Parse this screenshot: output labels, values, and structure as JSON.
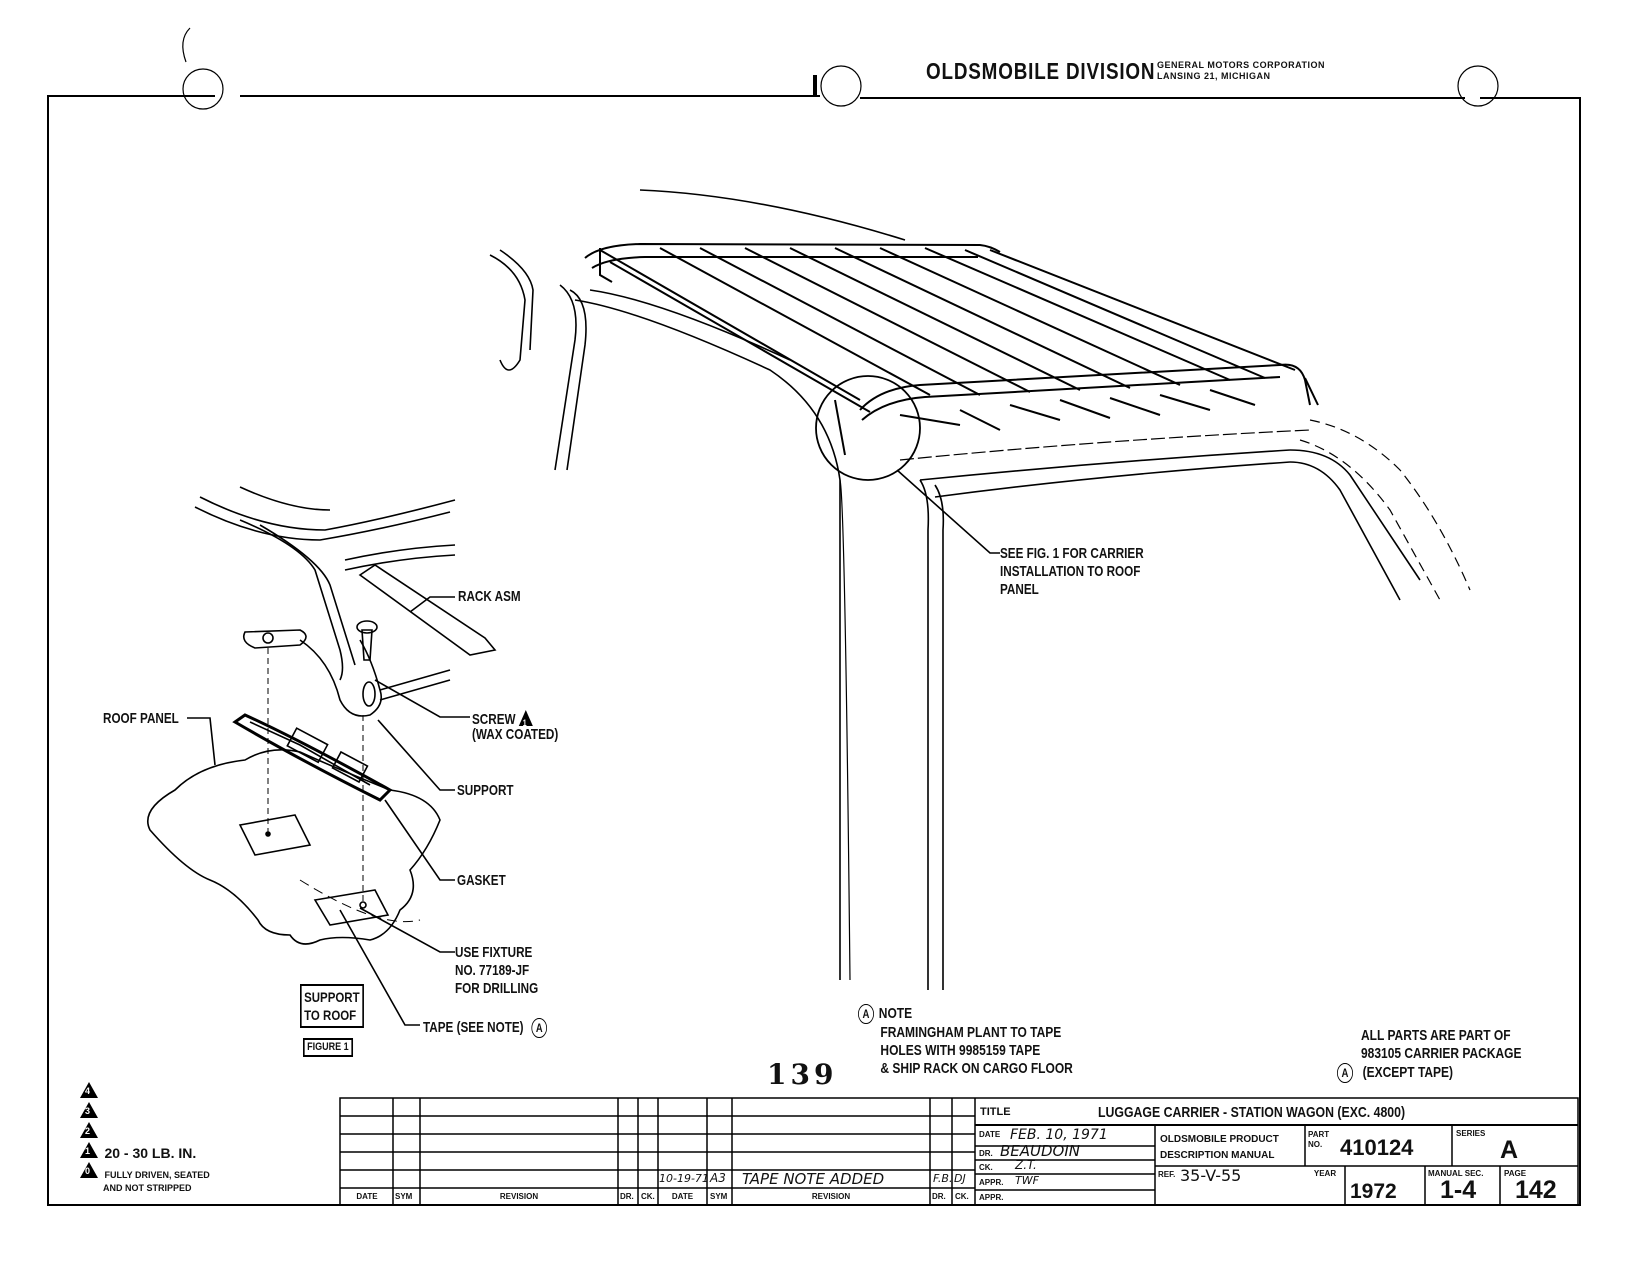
{
  "header": {
    "division": "OLDSMOBILE DIVISION",
    "corp_line1": "GENERAL MOTORS CORPORATION",
    "corp_line2": "LANSING 21, MICHIGAN"
  },
  "callouts": {
    "rack_asm": "RACK ASM",
    "roof_panel": "ROOF PANEL",
    "screw": "SCREW",
    "screw_note": "(WAX COATED)",
    "support": "SUPPORT",
    "gasket": "GASKET",
    "fixture_1": "USE FIXTURE",
    "fixture_2": "NO. 77189-JF",
    "fixture_3": "FOR DRILLING",
    "tape": "TAPE (SEE NOTE)",
    "see_fig_1": "SEE FIG. 1 FOR CARRIER",
    "see_fig_2": "INSTALLATION TO ROOF",
    "see_fig_3": "PANEL",
    "screw_tri": "1"
  },
  "figure_box": {
    "line1": "SUPPORT",
    "line2": "TO ROOF",
    "figure": "FIGURE 1"
  },
  "note": {
    "marker": "A",
    "title": "NOTE",
    "line1": "FRAMINGHAM PLANT TO TAPE",
    "line2": "HOLES WITH  9985159 TAPE",
    "line3": "& SHIP RACK ON CARGO FLOOR"
  },
  "parts_note": {
    "line1": "ALL PARTS ARE PART OF",
    "line2": "983105 CARRIER PACKAGE",
    "marker": "A",
    "line3": "(EXCEPT TAPE)"
  },
  "page_stamp": "139",
  "legend": [
    {
      "num": "4",
      "text": ""
    },
    {
      "num": "3",
      "text": ""
    },
    {
      "num": "2",
      "text": ""
    },
    {
      "num": "1",
      "text": "20 - 30 LB. IN."
    },
    {
      "num": "0",
      "text": "FULLY DRIVEN, SEATED",
      "text2": "AND NOT STRIPPED"
    }
  ],
  "title_block": {
    "title_label": "TITLE",
    "title": "LUGGAGE CARRIER - STATION WAGON (EXC. 4800)",
    "date_label": "DATE",
    "date_value": "FEB. 10, 1971",
    "dr_label": "DR.",
    "dr_value": "BEAUDOIN",
    "ck_label": "CK.",
    "ck_value": "Z.T.",
    "appr1_label": "APPR.",
    "appr1_value": "TWF",
    "appr2_label": "APPR.",
    "product_line1": "OLDSMOBILE PRODUCT",
    "product_line2": "DESCRIPTION MANUAL",
    "part_label": "PART NO.",
    "part_no": "410124",
    "series_label": "SERIES",
    "series": "A",
    "ref_label": "REF.",
    "ref": "35-V-55",
    "year_label": "YEAR",
    "year": "1972",
    "manual_label": "MANUAL SEC.",
    "manual": "1-4",
    "page_label": "PAGE",
    "page": "142",
    "rev_headers": {
      "date": "DATE",
      "sym": "SYM",
      "revision": "REVISION",
      "dr": "DR.",
      "ck": "CK."
    },
    "revision_entry": {
      "date": "10-19-71",
      "sym": "A3",
      "revision": "TAPE NOTE ADDED",
      "dr": "F.B.",
      "ck": "DJ"
    }
  }
}
